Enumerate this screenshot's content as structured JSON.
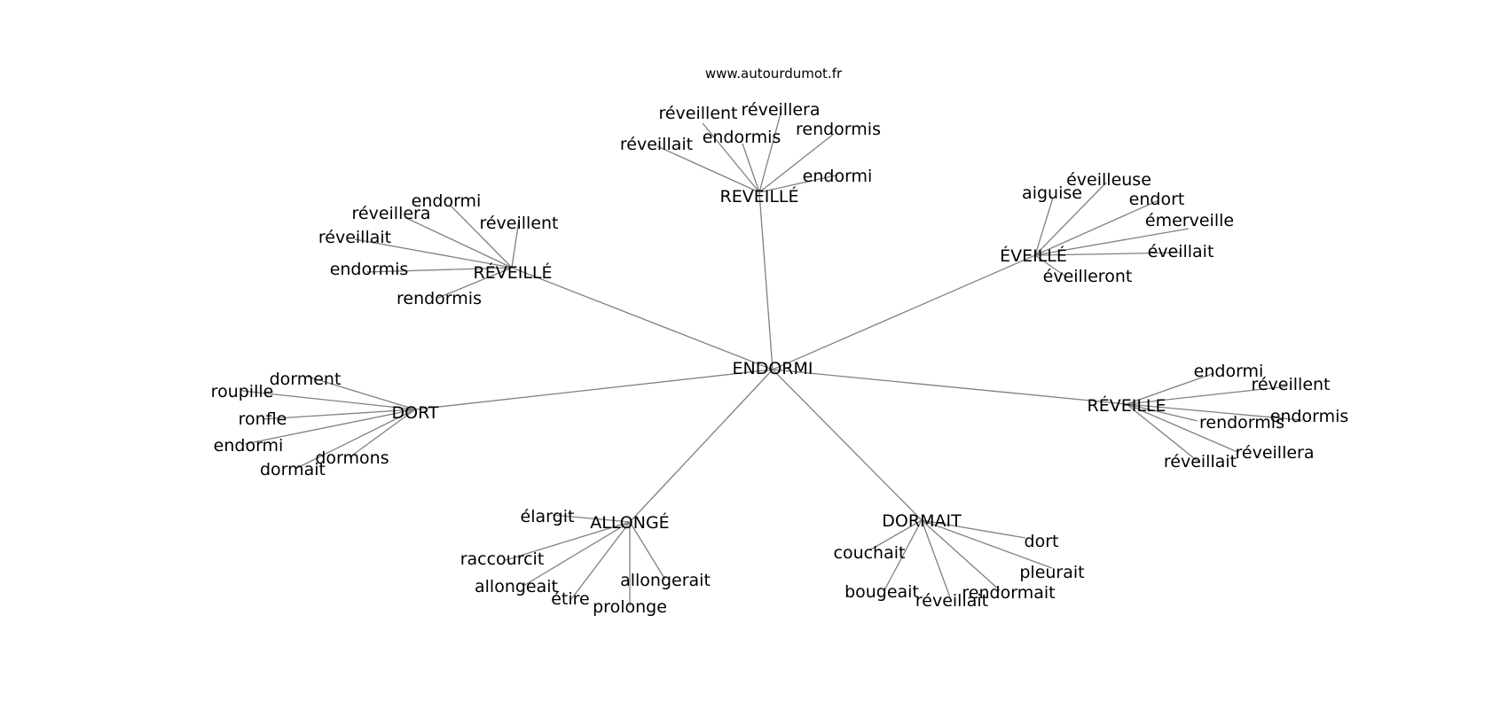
{
  "header": {
    "site_url": "www.autourdumot.fr"
  },
  "graph": {
    "center": "ENDORMI",
    "clusters": [
      {
        "label": "REVEILLÉ",
        "words": [
          "réveillent",
          "réveillera",
          "rendormis",
          "endormis",
          "réveillait",
          "endormi"
        ]
      },
      {
        "label": "ÉVEILLÉ",
        "words": [
          "éveilleuse",
          "aiguise",
          "endort",
          "émerveille",
          "éveillait",
          "éveilleront"
        ]
      },
      {
        "label": "RÉVEILLÉ",
        "words": [
          "endormi",
          "réveillera",
          "réveillent",
          "réveillait",
          "endormis",
          "rendormis"
        ]
      },
      {
        "label": "DORT",
        "words": [
          "dorment",
          "roupille",
          "ronfle",
          "endormi",
          "dormons",
          "dormait"
        ]
      },
      {
        "label": "RÉVEILLE",
        "words": [
          "endormi",
          "réveillent",
          "endormis",
          "rendormis",
          "réveillera",
          "réveillait"
        ]
      },
      {
        "label": "ALLONGÉ",
        "words": [
          "élargit",
          "raccourcit",
          "allongeait",
          "allongerait",
          "étire",
          "prolonge"
        ]
      },
      {
        "label": "DORMAIT",
        "words": [
          "couchait",
          "dort",
          "pleurait",
          "bougeait",
          "rendormait",
          "réveillait"
        ]
      }
    ]
  }
}
